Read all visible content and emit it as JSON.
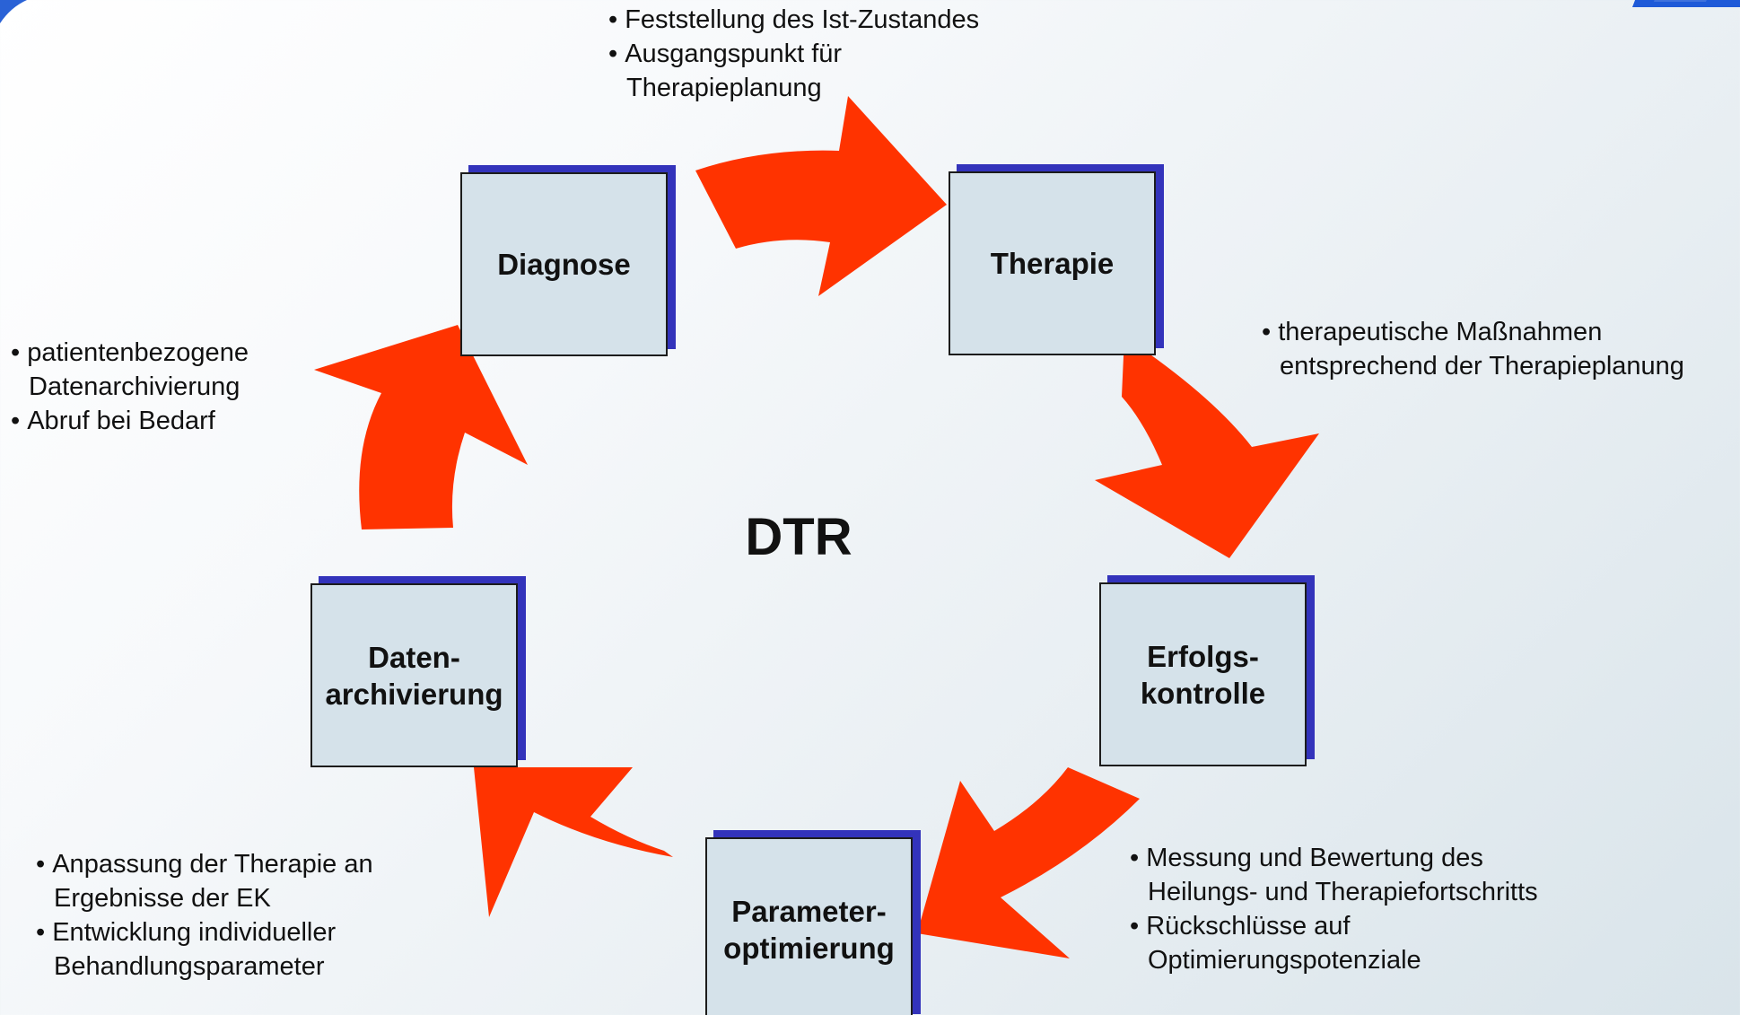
{
  "diagram": {
    "center_label": "DTR",
    "accent_color": "#ff3300",
    "box_fill": "#d5e2ea",
    "box_shadow_color": "#3333bb",
    "steps": [
      {
        "label": "Diagnose"
      },
      {
        "label": "Therapie"
      },
      {
        "label": "Erfolgs-\nkontrolle"
      },
      {
        "label": "Parameter-\noptimierung"
      },
      {
        "label": "Daten-\narchivierung"
      }
    ],
    "notes": {
      "diagnose_to_therapie": [
        "Feststellung des Ist-Zustandes",
        "Ausgangspunkt für\nTherapieplanung"
      ],
      "therapie_to_erfolgskontrolle": [
        "therapeutische Maßnahmen\nentsprechend der Therapieplanung"
      ],
      "erfolgskontrolle_to_parameteroptimierung": [
        "Messung und Bewertung des\nHeilungs- und Therapiefortschritts",
        "Rückschlüsse auf\nOptimierungspotenziale"
      ],
      "parameteroptimierung_to_datenarchivierung": [
        "Anpassung der Therapie an\nErgebnisse der EK",
        "Entwicklung individueller\nBehandlungsparameter"
      ],
      "datenarchivierung_to_diagnose": [
        "patientenbezogene\nDatenarchivierung",
        "Abruf bei Bedarf"
      ]
    }
  }
}
